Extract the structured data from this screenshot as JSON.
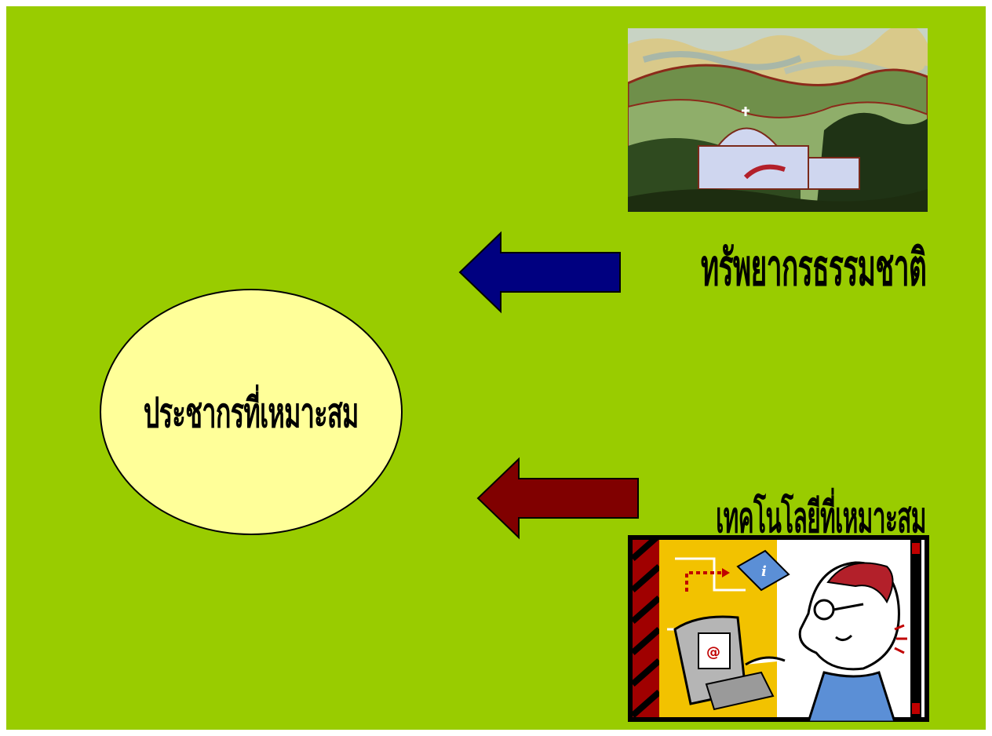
{
  "center": {
    "text": "ประชากรที่เหมาะสม"
  },
  "resources": {
    "label": "ทรัพยากรธรรมชาติ"
  },
  "technology": {
    "label": "เทคโนโลยีที่เหมาะสม"
  },
  "colors": {
    "background": "#99cc00",
    "ellipse_fill": "#ffff99",
    "arrow_resources": "#000080",
    "arrow_technology": "#800000"
  },
  "icons": {
    "resources_image": "landscape-church-illustration",
    "technology_image": "man-at-computer-illustration"
  }
}
